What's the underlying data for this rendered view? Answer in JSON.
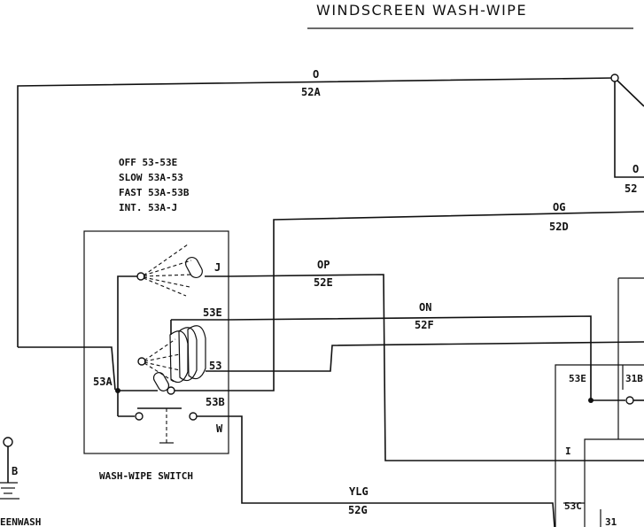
{
  "title": "WINDSCREEN WASH-WIPE",
  "legend": {
    "lines": [
      "OFF  53-53E",
      "SLOW 53A-53",
      "FAST 53A-53B",
      "INT.  53A-J"
    ]
  },
  "switch": {
    "label": "WASH-WIPE SWITCH",
    "terminals": [
      "J",
      "53E",
      "53",
      "53A",
      "53B",
      "W"
    ]
  },
  "wires": [
    {
      "color": "O",
      "code": "52A"
    },
    {
      "color": "OG",
      "code": "52D"
    },
    {
      "color": "OP",
      "code": "52E"
    },
    {
      "color": "ON",
      "code": "52F"
    },
    {
      "color": "YLG",
      "code": "52G"
    }
  ],
  "motor_labels": [
    "53E",
    "31B",
    "I",
    "53C",
    "31"
  ],
  "right_edge": {
    "color": "O",
    "code": "52"
  },
  "pump": {
    "label": "B",
    "caption": "EENWASH"
  },
  "colors": {
    "ink": "#111111",
    "paper": "#ffffff"
  }
}
